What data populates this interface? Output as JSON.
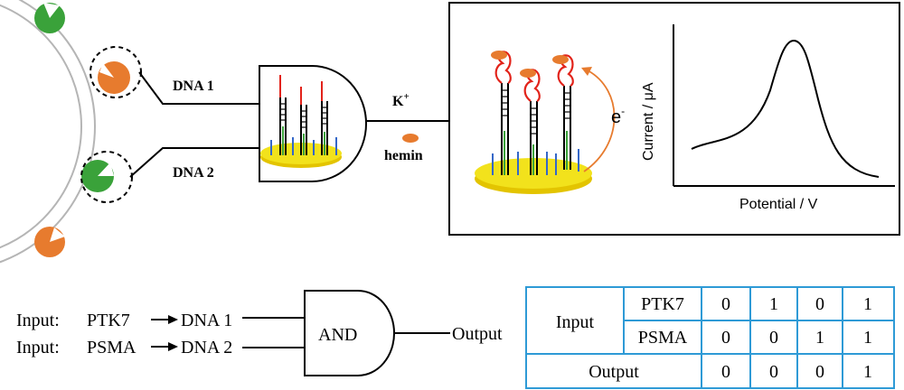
{
  "top": {
    "dna1": "DNA 1",
    "dna2": "DNA 2",
    "k_ion": "K",
    "k_sup": "+",
    "hemin": "hemin",
    "electron": "e",
    "electron_sup": "-",
    "ylabel": "Current / μA",
    "xlabel": "Potential / V"
  },
  "logic": {
    "input_prefix": "Input:",
    "input1": "PTK7",
    "input2": "PSMA",
    "dna1": "DNA 1",
    "dna2": "DNA 2",
    "gate": "AND",
    "output": "Output"
  },
  "truth_table": {
    "input_header": "Input",
    "output_header": "Output",
    "rows": [
      {
        "label": "PTK7",
        "values": [
          "0",
          "1",
          "0",
          "1"
        ]
      },
      {
        "label": "PSMA",
        "values": [
          "0",
          "0",
          "1",
          "1"
        ]
      }
    ],
    "output_values": [
      "0",
      "0",
      "0",
      "1"
    ],
    "border_color": "#2e9ad6"
  },
  "colors": {
    "aptamer_green": "#3aa23a",
    "hemin_orange": "#e77b2e",
    "electrode_yellow": "#f2e21c",
    "strand_red": "#e2231a",
    "strand_green": "#3aa23a",
    "strand_blue": "#3467c8"
  }
}
